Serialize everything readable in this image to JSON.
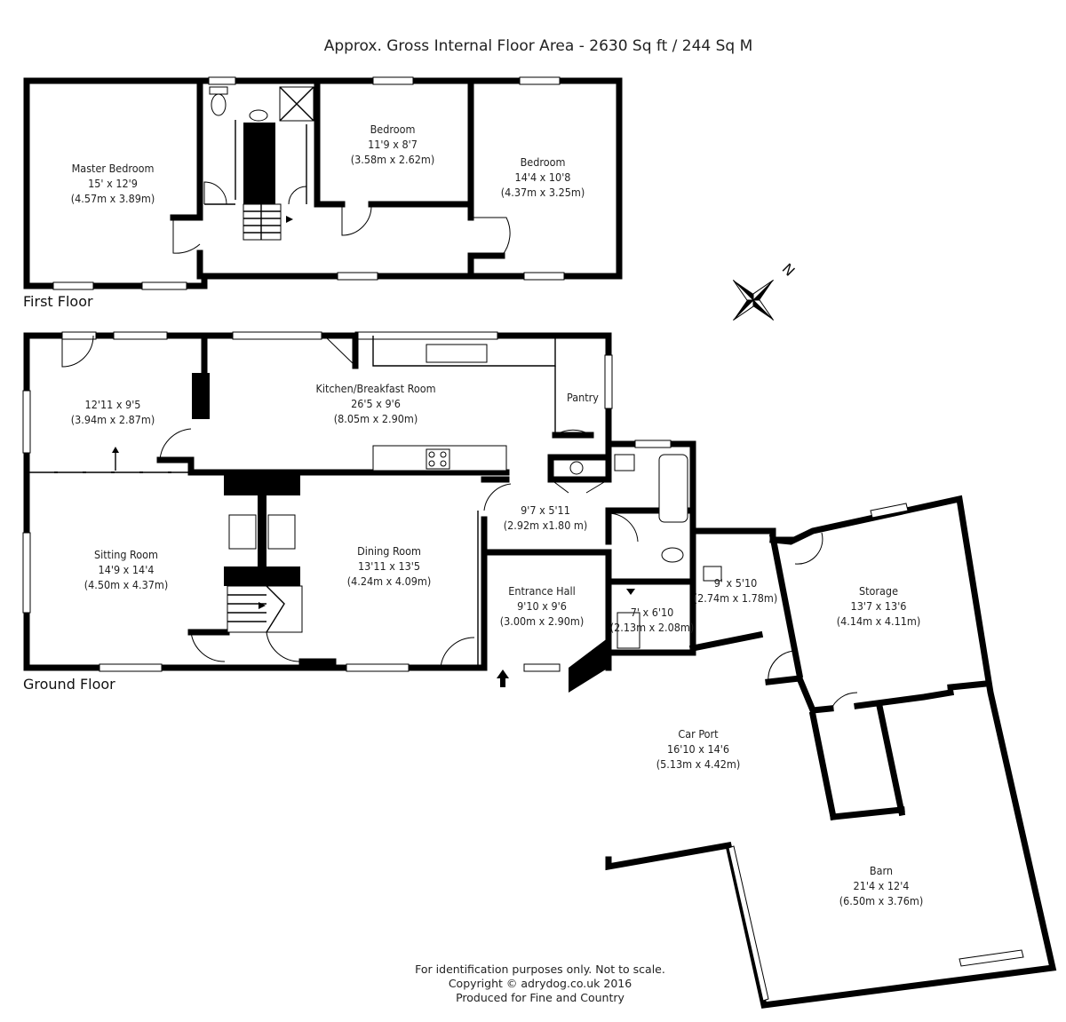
{
  "title": "Approx. Gross Internal Floor Area - 2630 Sq ft / 244 Sq M",
  "floors": {
    "first": "First Floor",
    "ground": "Ground Floor"
  },
  "rooms": {
    "master_bedroom": {
      "name": "Master Bedroom",
      "imperial": "15' x 12'9",
      "metric": "(4.57m x 3.89m)"
    },
    "bedroom_2": {
      "name": "Bedroom",
      "imperial": "11'9 x 8'7",
      "metric": "(3.58m x 2.62m)"
    },
    "bedroom_3": {
      "name": "Bedroom",
      "imperial": "14'4 x 10'8",
      "metric": "(4.37m x 3.25m)"
    },
    "room_left": {
      "imperial": "12'11 x 9'5",
      "metric": "(3.94m x 2.87m)"
    },
    "kitchen": {
      "name": "Kitchen/Breakfast Room",
      "imperial": "26'5 x 9'6",
      "metric": "(8.05m x 2.90m)"
    },
    "pantry": {
      "name": "Pantry"
    },
    "utility": {
      "imperial": "9'7 x 5'11",
      "metric": "(2.92m x1.80 m)"
    },
    "sitting_room": {
      "name": "Sitting Room",
      "imperial": "14'9 x 14'4",
      "metric": "(4.50m x 4.37m)"
    },
    "dining_room": {
      "name": "Dining Room",
      "imperial": "13'11 x 13'5",
      "metric": "(4.24m x 4.09m)"
    },
    "entrance_hall": {
      "name": "Entrance Hall",
      "imperial": "9'10 x 9'6",
      "metric": "(3.00m x 2.90m)"
    },
    "store_small": {
      "imperial": "7' x 6'10",
      "metric": "(2.13m x 2.08m)"
    },
    "store_mid": {
      "imperial": "9' x 5'10",
      "metric": "(2.74m x 1.78m)"
    },
    "storage": {
      "name": "Storage",
      "imperial": "13'7 x 13'6",
      "metric": "(4.14m x 4.11m)"
    },
    "car_port": {
      "name": "Car Port",
      "imperial": "16'10 x 14'6",
      "metric": "(5.13m x 4.42m)"
    },
    "barn": {
      "name": "Barn",
      "imperial": "21'4 x 12'4",
      "metric": "(6.50m x 3.76m)"
    }
  },
  "compass": {
    "north": "N"
  },
  "footer": {
    "line1": "For identification purposes only. Not to scale.",
    "line2": "Copyright © adrydog.co.uk 2016",
    "line3": "Produced for Fine and Country"
  }
}
